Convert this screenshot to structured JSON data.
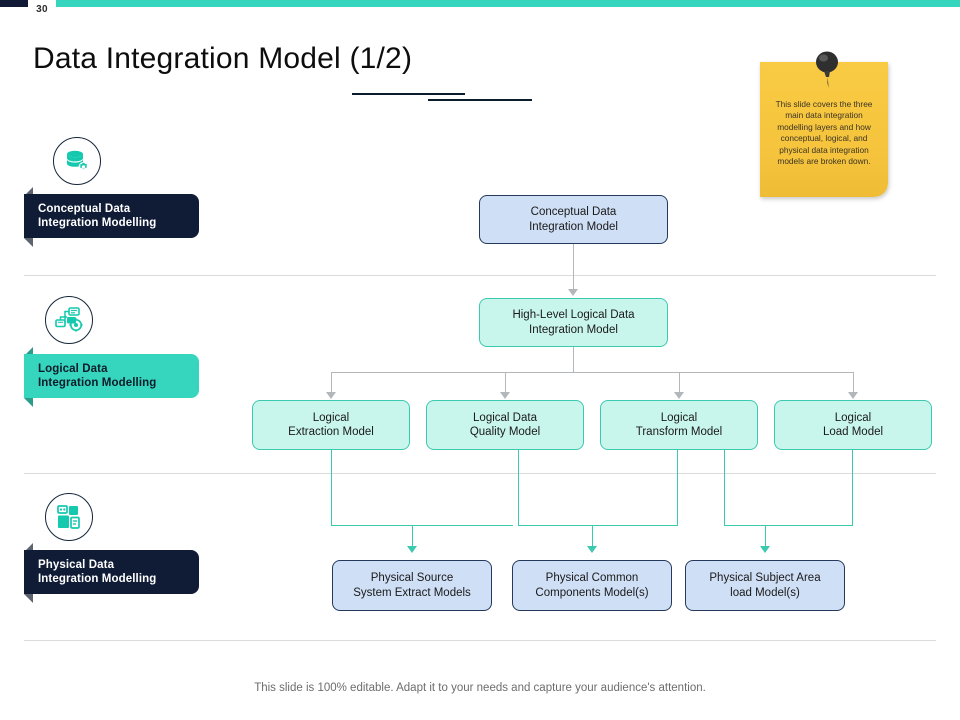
{
  "slide": {
    "page_number": "30",
    "title": "Data Integration Model (1/2)",
    "footer": "This slide is 100% editable. Adapt it to your needs and capture your audience's attention."
  },
  "sticky_note": {
    "text": "This slide covers the three main data integration modelling layers and how conceptual, logical, and physical data integration models are broken down.",
    "color": "#f9cb44",
    "pin_color": "#2b2b2b"
  },
  "colors": {
    "navy": "#101c36",
    "teal": "#35d6bd",
    "mint_fill": "#c9f6ec",
    "mint_border": "#3bc9b0",
    "blue_fill": "#cfdff5",
    "blue_border": "#24395c",
    "connector_gray": "#b4b7ba"
  },
  "layers": [
    {
      "label_line1": "Conceptual Data",
      "label_line2": "Integration Modelling",
      "style": "navy",
      "icon": "database-gear-icon"
    },
    {
      "label_line1": "Logical Data",
      "label_line2": "Integration Modelling",
      "style": "teal",
      "icon": "flowchart-gear-icon"
    },
    {
      "label_line1": "Physical Data",
      "label_line2": "Integration Modelling",
      "style": "navy",
      "icon": "server-stack-icon"
    }
  ],
  "diagram": {
    "conceptual": {
      "line1": "Conceptual  Data",
      "line2": "Integration  Model"
    },
    "high_level": {
      "line1": "High-Level  Logical Data",
      "line2": "Integration  Model"
    },
    "logical": [
      {
        "line1": "Logical",
        "line2": "Extraction Model"
      },
      {
        "line1": "Logical Data",
        "line2": "Quality Model"
      },
      {
        "line1": "Logical",
        "line2": "Transform  Model"
      },
      {
        "line1": "Logical",
        "line2": "Load Model"
      }
    ],
    "physical": [
      {
        "line1": "Physical Source",
        "line2": "System Extract Models"
      },
      {
        "line1": "Physical Common",
        "line2": "Components  Model(s)"
      },
      {
        "line1": "Physical Subject Area",
        "line2": "load Model(s)"
      }
    ]
  }
}
